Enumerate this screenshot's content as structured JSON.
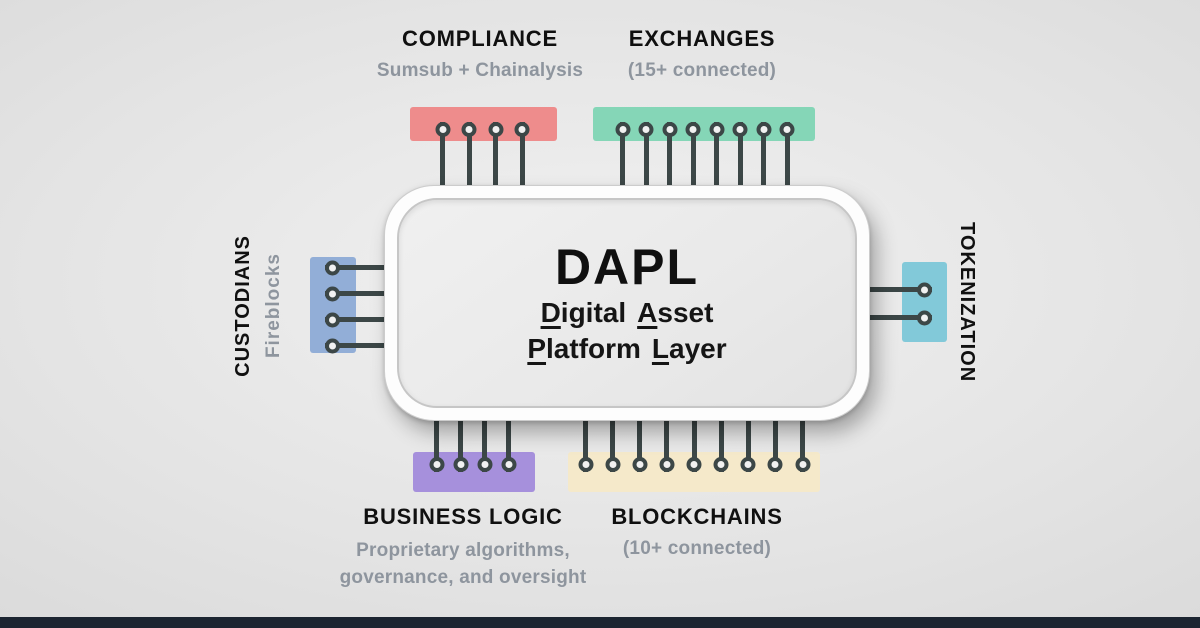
{
  "chip": {
    "title": "DAPL",
    "subtitle_line1": {
      "lead1": "D",
      "rest1": "igital",
      "lead2": "A",
      "rest2": "sset"
    },
    "subtitle_line2": {
      "lead1": "P",
      "rest1": "latform",
      "lead2": "L",
      "rest2": "ayer"
    }
  },
  "modules": {
    "compliance": {
      "label": "COMPLIANCE",
      "sub": "Sumsub + Chainalysis",
      "color": "#ee8c8c",
      "pins": 4
    },
    "exchanges": {
      "label": "EXCHANGES",
      "sub": "(15+ connected)",
      "color": "#85d6b7",
      "pins": 8
    },
    "custodians": {
      "label": "CUSTODIANS",
      "sub": "Fireblocks",
      "color": "#92aed7",
      "pins": 4
    },
    "tokenization": {
      "label": "TOKENIZATION",
      "color": "#82c9d9",
      "pins": 2
    },
    "business_logic": {
      "label": "BUSINESS LOGIC",
      "sub_line1": "Proprietary algorithms,",
      "sub_line2": "governance, and oversight",
      "color": "#a690dc",
      "pins": 4
    },
    "blockchains": {
      "label": "BLOCKCHAINS",
      "sub": "(10+ connected)",
      "color": "#f5e9ca",
      "pins": 9
    }
  },
  "colors": {
    "pin": "#3c4747",
    "bottom_bar": "#1c2531",
    "muted_text": "#8e959e"
  }
}
